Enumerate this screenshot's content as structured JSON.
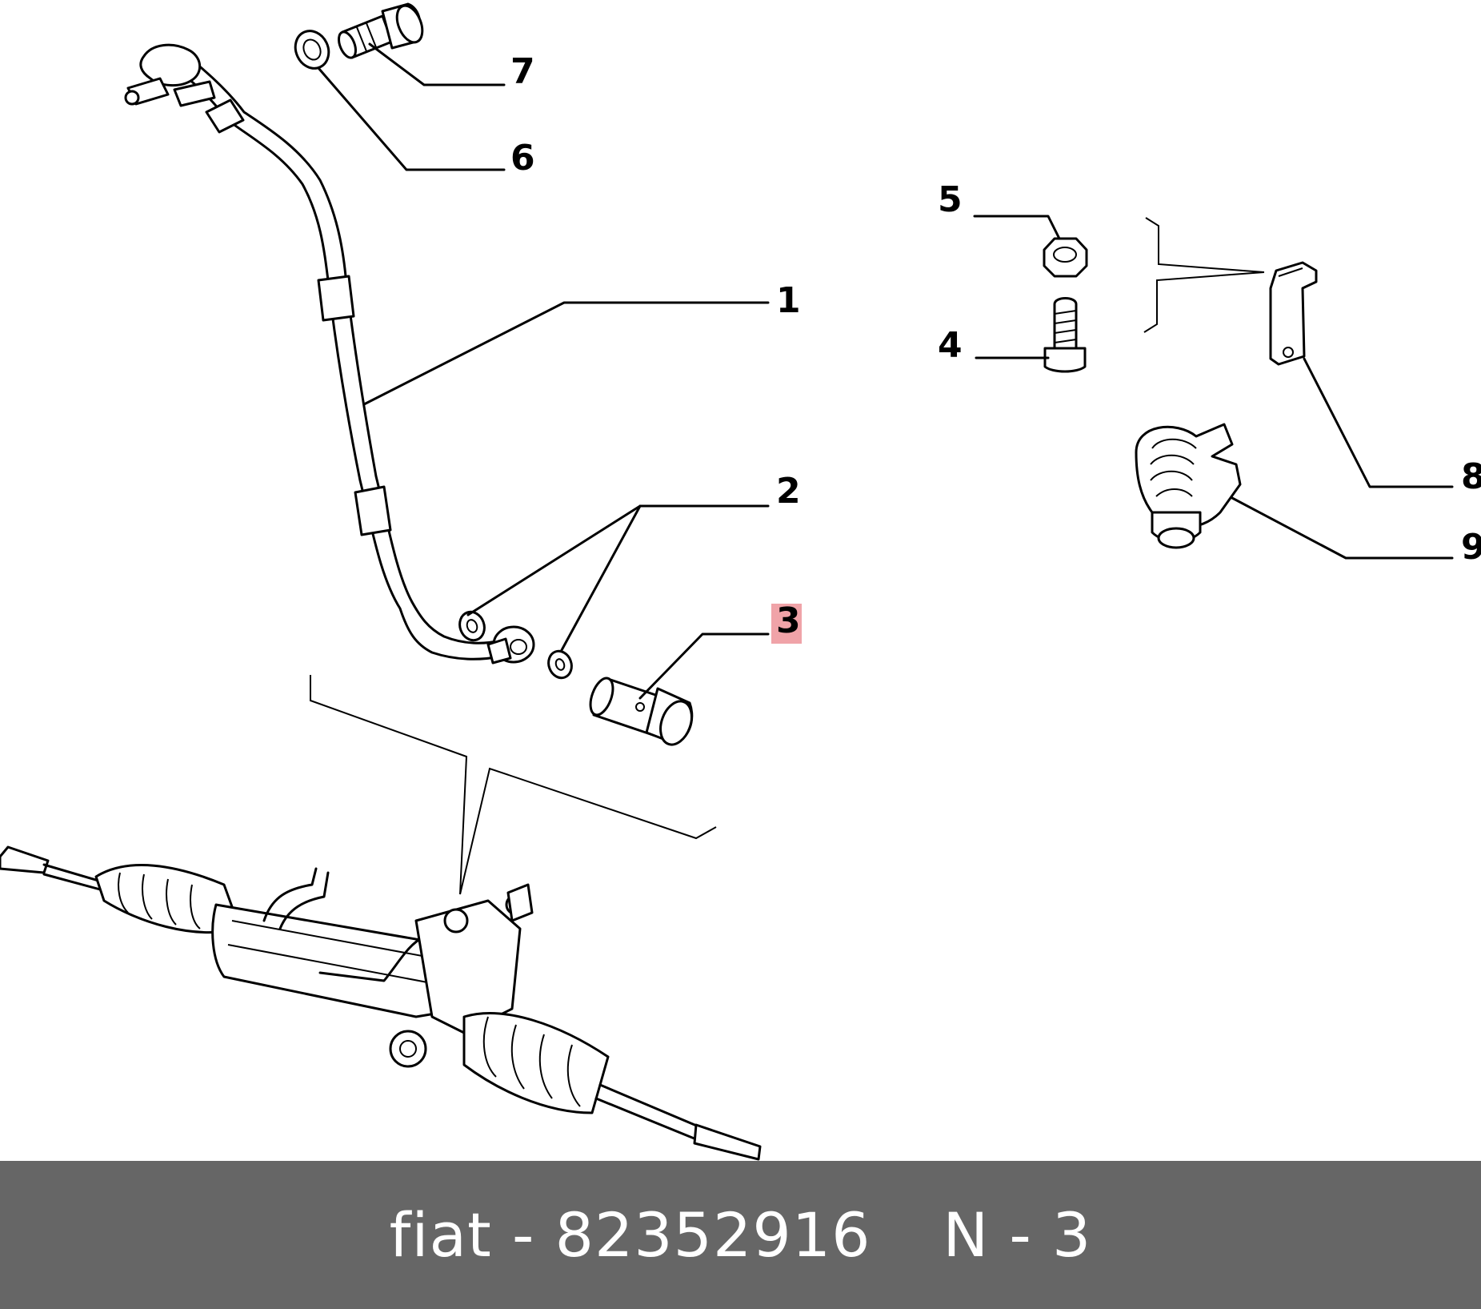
{
  "callouts": {
    "c1": "1",
    "c2": "2",
    "c3": "3",
    "c4": "4",
    "c5": "5",
    "c6": "6",
    "c7": "7",
    "c8": "8",
    "c9": "9"
  },
  "highlight_color": "#f0a3a8",
  "footer": {
    "brand_part": "fiat - 82352916",
    "position": "N - 3",
    "background": "#666666"
  }
}
